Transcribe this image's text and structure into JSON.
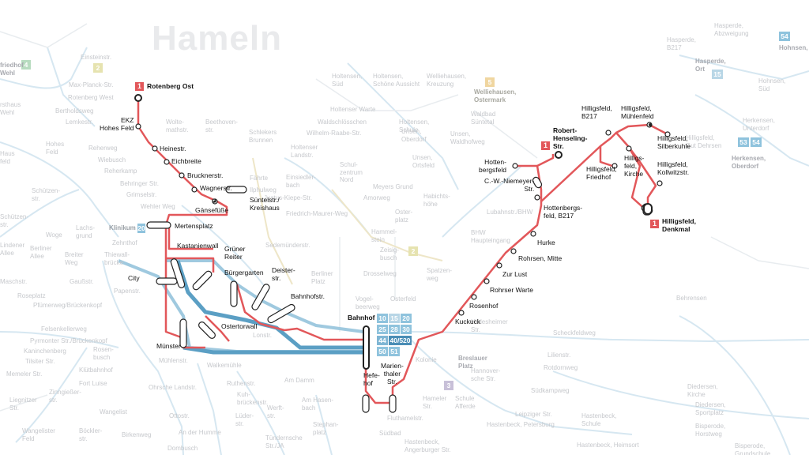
{
  "map_title": "Hameln",
  "line": {
    "number": "1",
    "color": "#e2575a",
    "terminus_west": "Rotenberg Ost",
    "terminus_north": "Robert-\nHenseling-\nStr.",
    "terminus_east": "Hilligsfeld,\nDenkmal"
  },
  "stops": {
    "ekz": "EKZ\nHohes Feld",
    "heinestr": "Heinestr.",
    "eichbreite": "Eichbreite",
    "brucknerstr": "Brucknerstr.",
    "wagnerstr": "Wagnerstr.",
    "gaensefuesse": "Gänsefüße",
    "suentelstr": "Süntelstr./\nKreishaus",
    "mertensplatz": "Mertensplatz",
    "kastanienwall": "Kastanienwall",
    "gruener_reiter": "Grüner\nReiter",
    "buergergarten": "Bürgergarten",
    "deisterstr": "Deister-\nstr.",
    "city": "City",
    "bahnhofstr": "Bahnhofstr.",
    "ostertorwall": "Ostertorwall",
    "muenster": "Münster",
    "bahnhof": "Bahnhof",
    "hefehof": "Hefe-\nhof",
    "marienthaler": "Marien-\nthaler\nStr.",
    "hottenbergsfeld": "Hotten-\nbergsfeld",
    "cw_niemeyer": "C.-W.-Niemeyer-\nStr.",
    "hottenbergsfeld_b217": "Hottenbergs-\nfeld, B217",
    "hurke": "Hurke",
    "rohrsen_mitte": "Rohrsen, Mitte",
    "zur_lust": "Zur Lust",
    "rohrser_warte": "Rohrser Warte",
    "rosenhof": "Rosenhof",
    "kuckuck": "Kuckuck",
    "hilligsfeld_b217": "Hilligsfeld,\nB217",
    "hilligsfeld_muehlenfeld": "Hilligsfeld,\nMühlenfeld",
    "hilligsfeld_friedhof": "Hilligsfeld,\nFriedhof",
    "hilligsfeld_kirche": "Hilligs-\nfeld,\nKirche",
    "hilligsfeld_silberkuhle": "Hilligsfeld,\nSilberkuhle",
    "hilligsfeld_kollwitzstr": "Hilligsfeld,\nKollwitzstr."
  },
  "bahnhof_lines": [
    {
      "label": "10",
      "color": "#8fc3dd"
    },
    {
      "label": "15",
      "color": "#b8d6e6"
    },
    {
      "label": "20",
      "color": "#8fc3dd"
    },
    {
      "label": "25",
      "color": "#8fc3dd"
    },
    {
      "label": "28",
      "color": "#8fc3dd"
    },
    {
      "label": "30",
      "color": "#8fc3dd"
    },
    {
      "label": "44",
      "color": "#7fb6d4"
    },
    {
      "label": "40/520",
      "color": "#4a8db5"
    },
    {
      "label": "50",
      "color": "#8fc3dd"
    },
    {
      "label": "51",
      "color": "#8fc3dd"
    }
  ],
  "background": {
    "zones": [
      {
        "label": "4",
        "color": "#b8dcc0"
      },
      {
        "label": "2",
        "color": "#e6e3b0"
      },
      {
        "label": "5",
        "color": "#f0d6a0"
      },
      {
        "label": "54",
        "color": "#8fc3dd"
      },
      {
        "label": "15",
        "color": "#b8d6e6"
      },
      {
        "label": "53",
        "color": "#8fc3dd"
      },
      {
        "label": "54",
        "color": "#8fc3dd"
      },
      {
        "label": "3",
        "color": "#c8c0d8"
      },
      {
        "label": "2",
        "color": "#e6e3b0"
      },
      {
        "label": "20",
        "color": "#8fc3dd"
      }
    ],
    "labels": [
      "Einsteinstr.",
      "Max-Planck-Str.",
      "Rotenberg West",
      "Bertholdsweg",
      "Lemkestr.",
      "Reherweg",
      "Wiebusch",
      "Reherkamp",
      "Behringer Str.",
      "Grimselstr.",
      "Wehler Weg",
      "Schützen-\nstr.",
      "Woge",
      "Breiter\nWeg",
      "Berliner\nAllee",
      "Gaußstr.",
      "Roseplatz",
      "Pfümerweg/Brückenkopf",
      "Felsenkellerweg",
      "Pyrmonter Str./Brückenkopf",
      "Kaninchenberg",
      "Rosen-\nbusch",
      "Klütbahnhof",
      "Fort Luise",
      "Zinngießer-\nstr.",
      "Wangelist",
      "Birkenweg",
      "Dombusch",
      "Tilsiter Str.",
      "Memeler Str.",
      "Liegnitzer\nStr.",
      "Wangelister\nFeld",
      "Böckler-\nstr.",
      "An der Humme",
      "Ottostr.",
      "Ohrsche Landstr.",
      "Walkemühle",
      "Ruthenstr.",
      "Kuh-\nbrückenstr.",
      "Lüder-\nstr.",
      "Werft-\nstr.",
      "Am Damm",
      "Am Hasen-\nbach",
      "Stephan-\nplatz",
      "Tündernsche\nStr./JA",
      "Klinikum",
      "Zehnthof",
      "Thiewall-\nbrücke",
      "Papenstr.",
      "Mühlenstr.",
      "Lonstr.",
      "Wolte-\nmathstr.",
      "Beethoven-\nstr.",
      "Schlekers\nBrunnen",
      "Holtenser\nLandstr.",
      "Fährte",
      "Ilphulweg",
      "Einsiedler-\nbach",
      "Justus-Kiepe-Str.",
      "Friedrich-Maurer-Weg",
      "Schul-\nzentrum\nNord",
      "Meyers Grund",
      "Amorweg",
      "Oster-\nplatz",
      "Habichts-\nhöhe",
      "Hammel-\nstein",
      "Zeisig-\nbusch",
      "Sedemünderstr.",
      "Berliner\nPlatz",
      "Drosselweg",
      "Osterfeld",
      "Vogel-\nbeerweg",
      "Spatzen-\nweg",
      "Holtensen,\nSüd",
      "Holtensen,\nSchöne Aussicht",
      "Welliehausen,\nKreuzung",
      "Welliehausen,\nOstermark",
      "Holtenser Warte",
      "Waldschlösschen",
      "Wilhelm-Raabe-Str.",
      "Holtensen,\nSchule",
      "Unsen,\nOberdorf",
      "Unsen,\nOrtsfeld",
      "Waldbad\nSüntetal",
      "Unsen,\nWaldhofweg",
      "Lubahnstr./BHW",
      "BHW\nHaupteingang",
      "Hildesheimer\nStr.",
      "Scheckfeldweg",
      "Lilienstr.",
      "Rotdornweg",
      "Breslauer\nPlatz",
      "Hannover-\nsche Str.",
      "Südkampweg",
      "Leipziger Str.",
      "Hastenbeck,\nSchule",
      "Hastenbeck, Petersburg",
      "Hastenbeck, Heimsort",
      "Schule\nAfferde",
      "Hameler\nStr.",
      "Fluthamelstr.",
      "Südbad",
      "Hastenbeck,\nAngerburger Str.",
      "Kolonie",
      "Hasperde,\nB217",
      "Hasperde,\nAbzweigung",
      "Hasperde,\nOrt",
      "Hohnsen,\nSüd",
      "Herkensen,\nUnterdorf",
      "Hilligsfeld,\nGut Dehrsen",
      "Herkensen,\nOberdorf",
      "Behrensen",
      "Diedersen,\nKirche",
      "Diedersen,\nSportplatz",
      "Bisperode,\nHorstweg",
      "Bisperode,\nGrundschule",
      "Hohnsen,",
      "friedhof\nWehl",
      "Hohes\nFeld",
      "rsthaus\nWehl",
      "Haus\nfeld",
      "Schützen-\nstr.",
      "Lachs-\ngrund",
      "Lindener\nAllee",
      "Maschstr."
    ]
  }
}
